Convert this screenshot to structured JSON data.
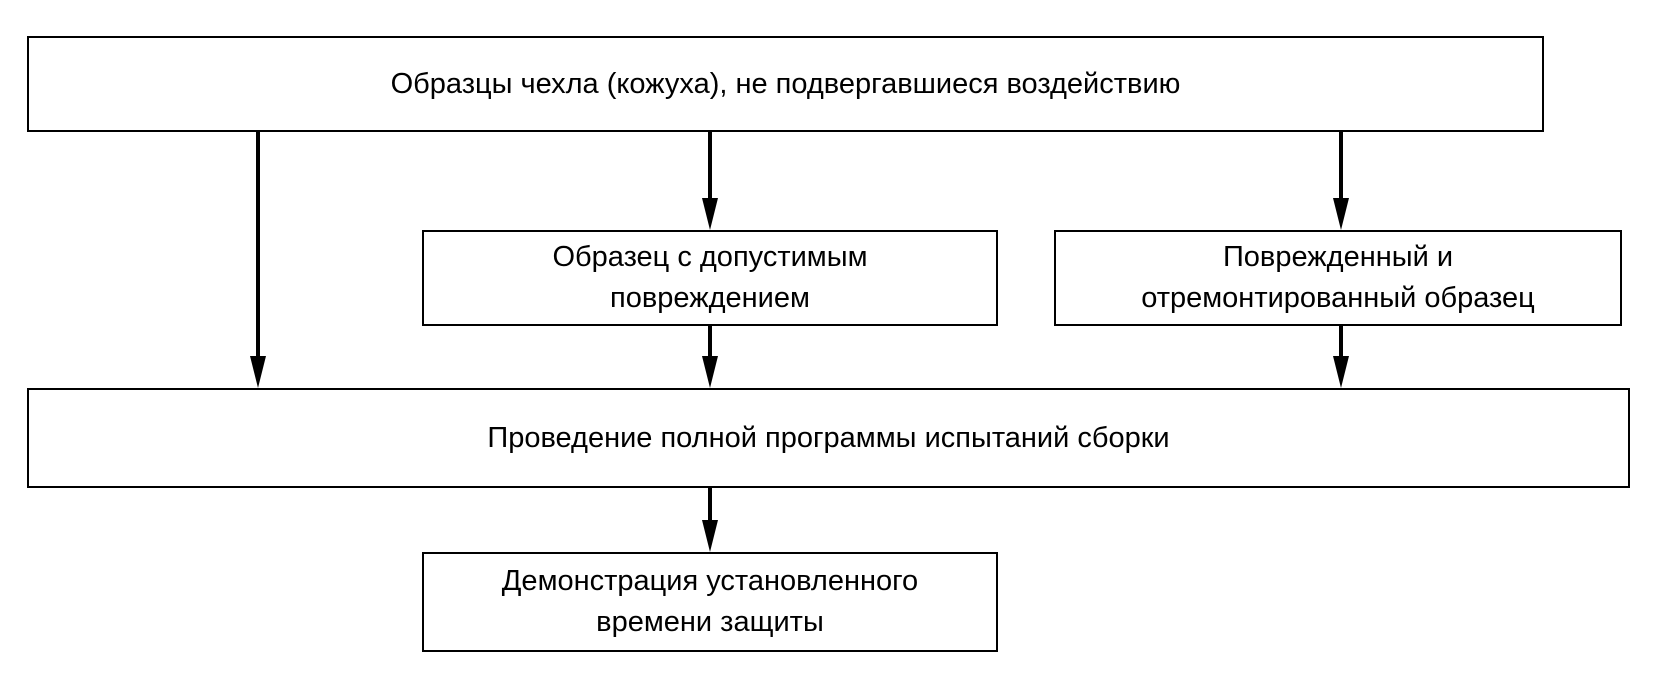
{
  "diagram": {
    "nodes": {
      "top": "Образцы чехла (кожуха), не подвергавшиеся воздействию",
      "acceptable_damage": [
        "Образец с допустимым",
        "повреждением"
      ],
      "repaired": [
        "Поврежденный и",
        "отремонтированный образец"
      ],
      "program": "Проведение полной программы испытаний сборки",
      "demonstration": [
        "Демонстрация установленного",
        "времени защиты"
      ]
    },
    "edges": [
      {
        "from": "top",
        "to": "program"
      },
      {
        "from": "top",
        "to": "acceptable_damage"
      },
      {
        "from": "top",
        "to": "repaired"
      },
      {
        "from": "acceptable_damage",
        "to": "program"
      },
      {
        "from": "repaired",
        "to": "program"
      },
      {
        "from": "program",
        "to": "demonstration"
      }
    ]
  }
}
